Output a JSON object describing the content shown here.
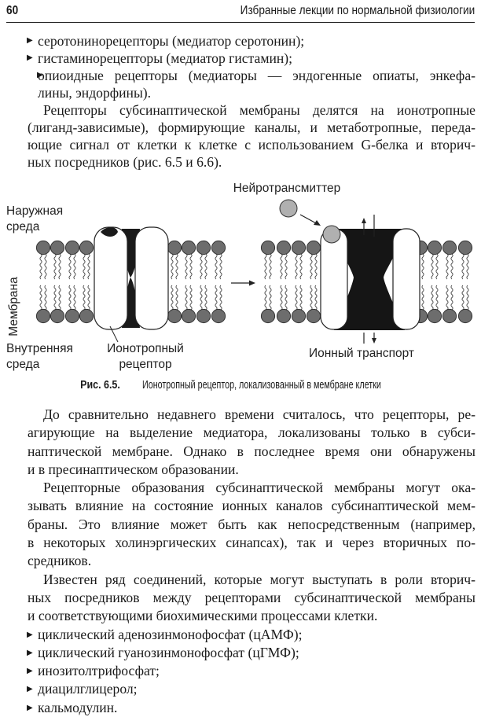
{
  "header": {
    "page_number": "60",
    "book_title": "Избранные лекции по нормальной физиологии"
  },
  "block1": {
    "bullets": [
      [
        "серотонинорецепторы (медиатор серотонин);"
      ],
      [
        "гистаминорецепторы (медиатор гистамин);"
      ],
      [
        "опиоидные рецепторы (медиаторы — эндогенные опиаты, энкефа-",
        "лины, эндорфины)."
      ]
    ],
    "paragraph": [
      "Рецепторы субсинаптической мембраны делятся на ионотропные",
      "(лиганд-зависимые), формирующие каналы, и метаботропные, переда-",
      "ющие сигнал от клетки к клетке с использованием G-белка и вторич-",
      "ных посредников (рис. 6.5 и 6.6)."
    ]
  },
  "figure": {
    "label_outer_1": "Наружная",
    "label_outer_2": "среда",
    "label_membrane": "Мембрана",
    "label_inner_1": "Внутренняя",
    "label_inner_2": "среда",
    "label_receptor_1": "Ионотропный",
    "label_receptor_2": "рецептор",
    "label_neurotransmitter": "Нейротрансмиттер",
    "label_ion_transport": "Ионный транспорт",
    "caption_number": "Рис. 6.5.",
    "caption_text": "Ионотропный рецептор, локализованный в мембране клетки"
  },
  "block2": {
    "paragraphs": [
      [
        "До сравнительно недавнего времени считалось, что рецепторы, ре-",
        "агирующие на выделение медиатора, локализованы только в субси-",
        "наптической мембране. Однако в последнее время они обнаружены",
        "и в пресинаптическом образовании."
      ],
      [
        "Рецепторные образования субсинаптической мембраны могут ока-",
        "зывать влияние на состояние ионных каналов субсинаптической мем-",
        "браны. Это влияние может быть как непосредственным (например,",
        "в некоторых холинэргических синапсах), так и через вторичных по-",
        "средников."
      ],
      [
        "Известен ряд соединений, которые могут выступать в роли вторич-",
        "ных посредников между рецепторами субсинаптической мембраны",
        "и соответствующими биохимическими процессами клетки."
      ]
    ],
    "bullets": [
      "циклический аденозинмонофосфат (цАМФ);",
      "циклический гуанозинмонофосфат (цГМФ);",
      "инозитолтрифосфат;",
      "диацилглицерол;",
      "кальмодулин."
    ]
  }
}
